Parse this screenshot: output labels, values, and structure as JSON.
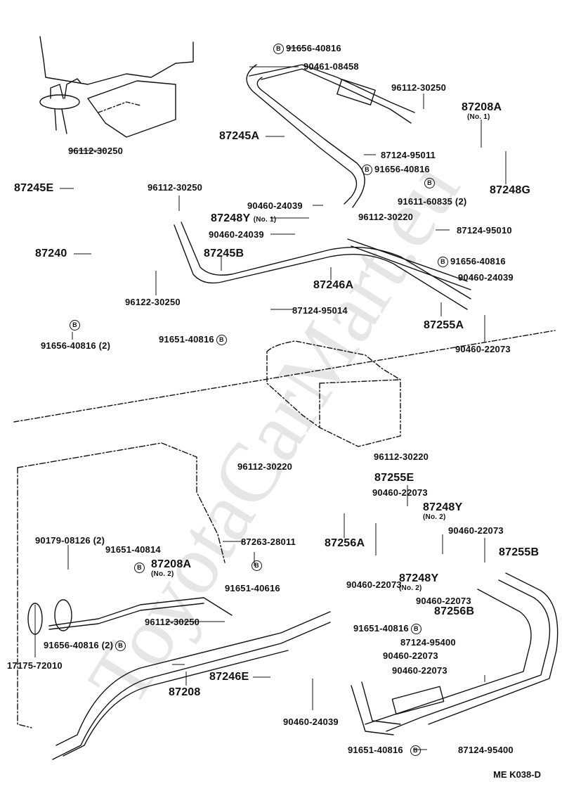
{
  "diagram": {
    "title": "",
    "watermark": "ToyotaCarMart.eu",
    "code": "ME  K038-D",
    "bolt_symbol": "B",
    "callouts": [
      {
        "id": "c1",
        "text": "91656-40816",
        "bolt": true
      },
      {
        "id": "c2",
        "text": "90461-08458"
      },
      {
        "id": "c3",
        "text": "96112-30250"
      },
      {
        "id": "c4",
        "text": "87208A",
        "sub": "(No. 1)"
      },
      {
        "id": "c5",
        "text": "87245A"
      },
      {
        "id": "c6",
        "text": "87124-95011"
      },
      {
        "id": "c7",
        "text": "91656-40816",
        "bolt": true
      },
      {
        "id": "c8",
        "text": "87248G"
      },
      {
        "id": "c9",
        "text": "96112-30250"
      },
      {
        "id": "c10",
        "text": "87245E"
      },
      {
        "id": "c11",
        "text": "96112-30250"
      },
      {
        "id": "c12",
        "text": "91611-60835 (2)",
        "bolt": true
      },
      {
        "id": "c13",
        "text": "90460-24039"
      },
      {
        "id": "c14",
        "text": "87248Y",
        "sub": "(No. 1)"
      },
      {
        "id": "c15",
        "text": "96112-30220"
      },
      {
        "id": "c16",
        "text": "90460-24039"
      },
      {
        "id": "c17",
        "text": "87124-95010"
      },
      {
        "id": "c18",
        "text": "87240"
      },
      {
        "id": "c19",
        "text": "87245B"
      },
      {
        "id": "c20",
        "text": "91656-40816",
        "bolt": true
      },
      {
        "id": "c21",
        "text": "90460-24039"
      },
      {
        "id": "c22",
        "text": "87246A"
      },
      {
        "id": "c23",
        "text": "96122-30250"
      },
      {
        "id": "c24",
        "text": "87124-95014"
      },
      {
        "id": "c25",
        "text": "87255A"
      },
      {
        "id": "c26",
        "text": "91656-40816 (2)",
        "bolt": true
      },
      {
        "id": "c27",
        "text": "91651-40816",
        "bolt": true
      },
      {
        "id": "c28",
        "text": "90460-22073"
      },
      {
        "id": "c29",
        "text": "96112-30220"
      },
      {
        "id": "c30",
        "text": "96112-30220"
      },
      {
        "id": "c31",
        "text": "87255E"
      },
      {
        "id": "c32",
        "text": "90460-22073"
      },
      {
        "id": "c33",
        "text": "87248Y",
        "sub": "(No. 2)"
      },
      {
        "id": "c34",
        "text": "87256A"
      },
      {
        "id": "c35",
        "text": "90460-22073"
      },
      {
        "id": "c36",
        "text": "90179-08126 (2)"
      },
      {
        "id": "c37",
        "text": "91651-40814",
        "bolt": true
      },
      {
        "id": "c38",
        "text": "87263-28011"
      },
      {
        "id": "c39",
        "text": "87255B"
      },
      {
        "id": "c40",
        "text": "87208A",
        "sub": "(No. 2)"
      },
      {
        "id": "c41",
        "text": "91651-40616",
        "bolt": true
      },
      {
        "id": "c42",
        "text": "90460-22073"
      },
      {
        "id": "c43",
        "text": "87248Y",
        "sub": "(No. 2)"
      },
      {
        "id": "c44",
        "text": "90460-22073"
      },
      {
        "id": "c45",
        "text": "96112-30250"
      },
      {
        "id": "c46",
        "text": "87256B"
      },
      {
        "id": "c47",
        "text": "91651-40816",
        "bolt": true
      },
      {
        "id": "c48",
        "text": "87124-95400"
      },
      {
        "id": "c49",
        "text": "91656-40816 (2)",
        "bolt": true
      },
      {
        "id": "c50",
        "text": "90460-22073"
      },
      {
        "id": "c51",
        "text": "90460-22073"
      },
      {
        "id": "c52",
        "text": "17175-72010"
      },
      {
        "id": "c53",
        "text": "87208"
      },
      {
        "id": "c54",
        "text": "87246E"
      },
      {
        "id": "c55",
        "text": "90460-24039"
      },
      {
        "id": "c56",
        "text": "91651-40816",
        "bolt": true
      },
      {
        "id": "c57",
        "text": "87124-95400"
      }
    ]
  }
}
